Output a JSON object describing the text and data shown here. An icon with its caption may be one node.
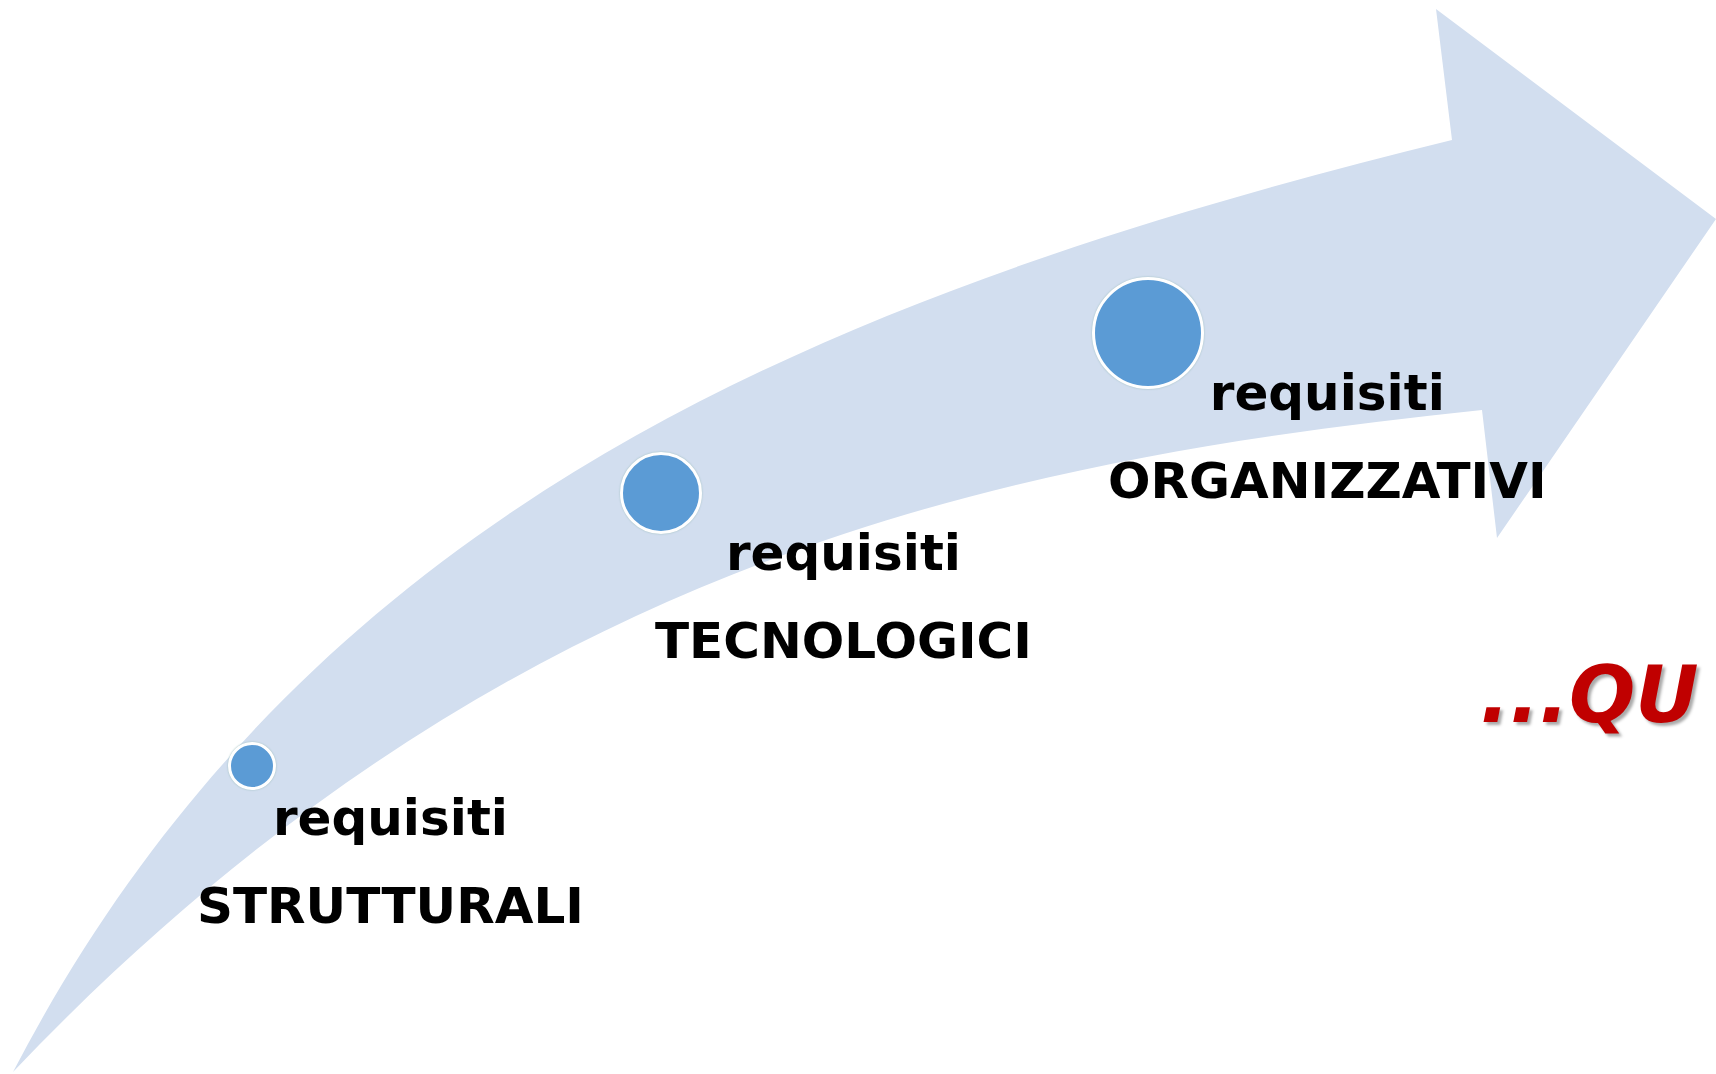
{
  "diagram": {
    "nodes": [
      {
        "text": [],
        "shape": "circle",
        "beside": [
          "requisiti STRUTTURALI"
        ]
      },
      {
        "text": [],
        "shape": "circle",
        "beside": [
          "requisiti TECNOLOGICI"
        ]
      },
      {
        "text": [],
        "shape": "circle",
        "beside": [
          "requisiti ORGANIZZATIVI"
        ]
      }
    ],
    "labels": [
      "...QU"
    ]
  }
}
